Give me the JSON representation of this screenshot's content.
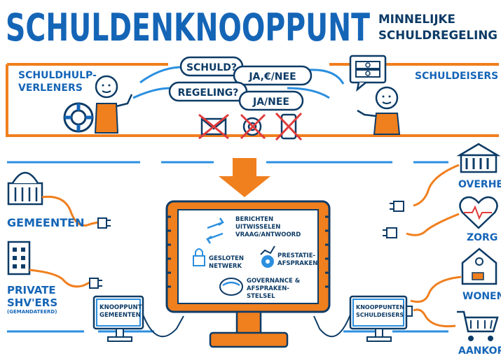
{
  "title": "SCHULDENKNOOPPUNT",
  "subtitle": [
    "MINNELIJKE",
    "SCHULDREGELING"
  ],
  "top_panel": {
    "left_actor": [
      "SCHULDHULP-",
      "VERLENERS"
    ],
    "right_actor": "SCHULDEISERS",
    "bubbles": {
      "q1": "SCHULD?",
      "a1": "JA,€/NEE",
      "q2": "REGELING?",
      "a2": "JA/NEE"
    },
    "crossed_icons": [
      "envelope-icon",
      "at-sign-icon",
      "phone-icon"
    ]
  },
  "left_parties": [
    {
      "label": "GEMEENTEN",
      "icon": "town-hall-icon"
    },
    {
      "label": "PRIVATE",
      "label2": "SHV'ERS",
      "note": "(GEMANDATEERD)",
      "icon": "office-building-icon"
    }
  ],
  "right_parties": [
    {
      "label": "OVERHEID",
      "icon": "government-building-icon"
    },
    {
      "label": "ZORG",
      "icon": "heart-pulse-icon"
    },
    {
      "label": "WONEN",
      "icon": "house-icon"
    },
    {
      "label": "AANKOPEN",
      "icon": "shopping-cart-icon"
    }
  ],
  "main_screen": {
    "items": [
      {
        "lines": [
          "BERICHTEN",
          "UITWISSELEN",
          "VRAAG/ANTWOORD"
        ],
        "icon": "exchange-arrows-icon"
      },
      {
        "lines": [
          "GESLOTEN",
          "NETWERK"
        ],
        "icon": "padlock-icon"
      },
      {
        "lines": [
          "PRESTATIE-",
          "AFSPRAKEN"
        ],
        "icon": "gear-chart-icon"
      },
      {
        "lines": [
          "GOVERNANCE &",
          "AFSPRAKEN-",
          "STELSEL"
        ],
        "icon": "handshake-icon"
      }
    ]
  },
  "small_monitors": [
    {
      "lines": [
        "KNOOPPUNT",
        "GEMEENTEN"
      ]
    },
    {
      "lines": [
        "KNOOPPUNTEN",
        "SCHULDEISERS"
      ]
    }
  ],
  "colors": {
    "blue": "#1565b7",
    "navy": "#0d3b66",
    "orange": "#f07f1e",
    "light_blue": "#2b8fe0"
  }
}
